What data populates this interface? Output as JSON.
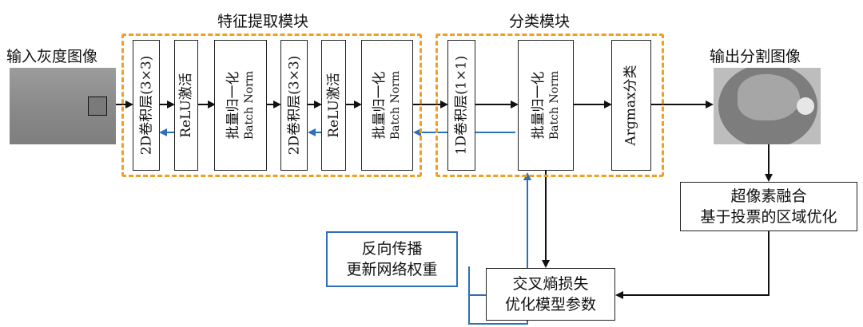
{
  "input_label": "输入灰度图像",
  "output_label": "输出分割图像",
  "feature_group": {
    "title": "特征提取模块"
  },
  "class_group": {
    "title": "分类模块"
  },
  "blocks": {
    "conv2d_1": "2D卷积层(3×3)",
    "relu_1": "ReLU激活",
    "bn_1_cn": "批量归一化",
    "bn_1_en": "Batch Norm",
    "conv2d_2": "2D卷积层(3×3)",
    "relu_2": "ReLU激活",
    "bn_2_cn": "批量归一化",
    "bn_2_en": "Batch Norm",
    "conv1d": "1D卷积层(1×1)",
    "bn_3_cn": "批量归一化",
    "bn_3_en": "Batch Norm",
    "argmax": "Argmax分类"
  },
  "superpixel": {
    "line1": "超像素融合",
    "line2": "基于投票的区域优化"
  },
  "loss": {
    "line1": "交叉熵损失",
    "line2": "优化模型参数"
  },
  "backprop": {
    "line1": "反向传播",
    "line2": "更新网络权重"
  },
  "colors": {
    "dashed_border": "#f0a020",
    "feedback_arrow": "#2d6fb8",
    "forward_arrow": "#111111"
  }
}
